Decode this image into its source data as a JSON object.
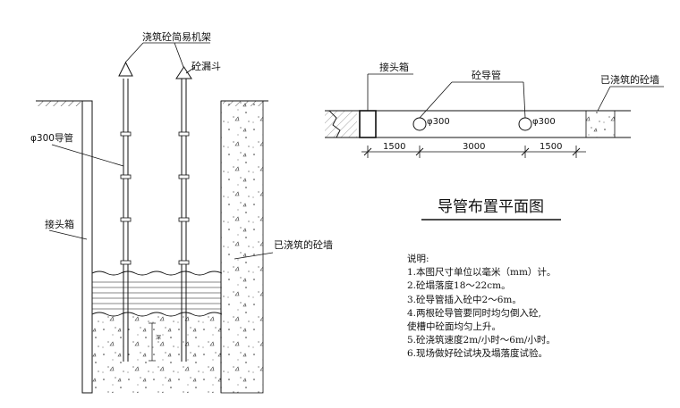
{
  "left_view": {
    "frame_label": "浇筑砼简易机架",
    "hopper_label": "砼漏斗",
    "pipe_label": "φ300导管",
    "joint_box_label": "接头箱",
    "cast_wall_label": "已浇筑的砼墙",
    "depth_label": "深"
  },
  "plan_view": {
    "joint_box_label": "接头箱",
    "pipe_label": "砼导管",
    "cast_wall_label": "已浇筑的砼墙",
    "pipe_dia_1": "φ300",
    "pipe_dia_2": "φ300",
    "dim_1": "1500",
    "dim_2": "3000",
    "dim_3": "1500",
    "title": "导管布置平面图"
  },
  "notes": {
    "heading": "说明:",
    "items": [
      "1.本图尺寸单位以毫米（mm）计。",
      "2.砼塌落度18～22cm。",
      "3.砼导管插入砼中2～6m。",
      "4.两根砼导管要同时均匀倒入砼,",
      "使槽中砼面均匀上升。",
      "5.砼浇筑速度2m/小时～6m/小时。",
      "6.现场做好砼试块及塌落度试验。"
    ]
  }
}
